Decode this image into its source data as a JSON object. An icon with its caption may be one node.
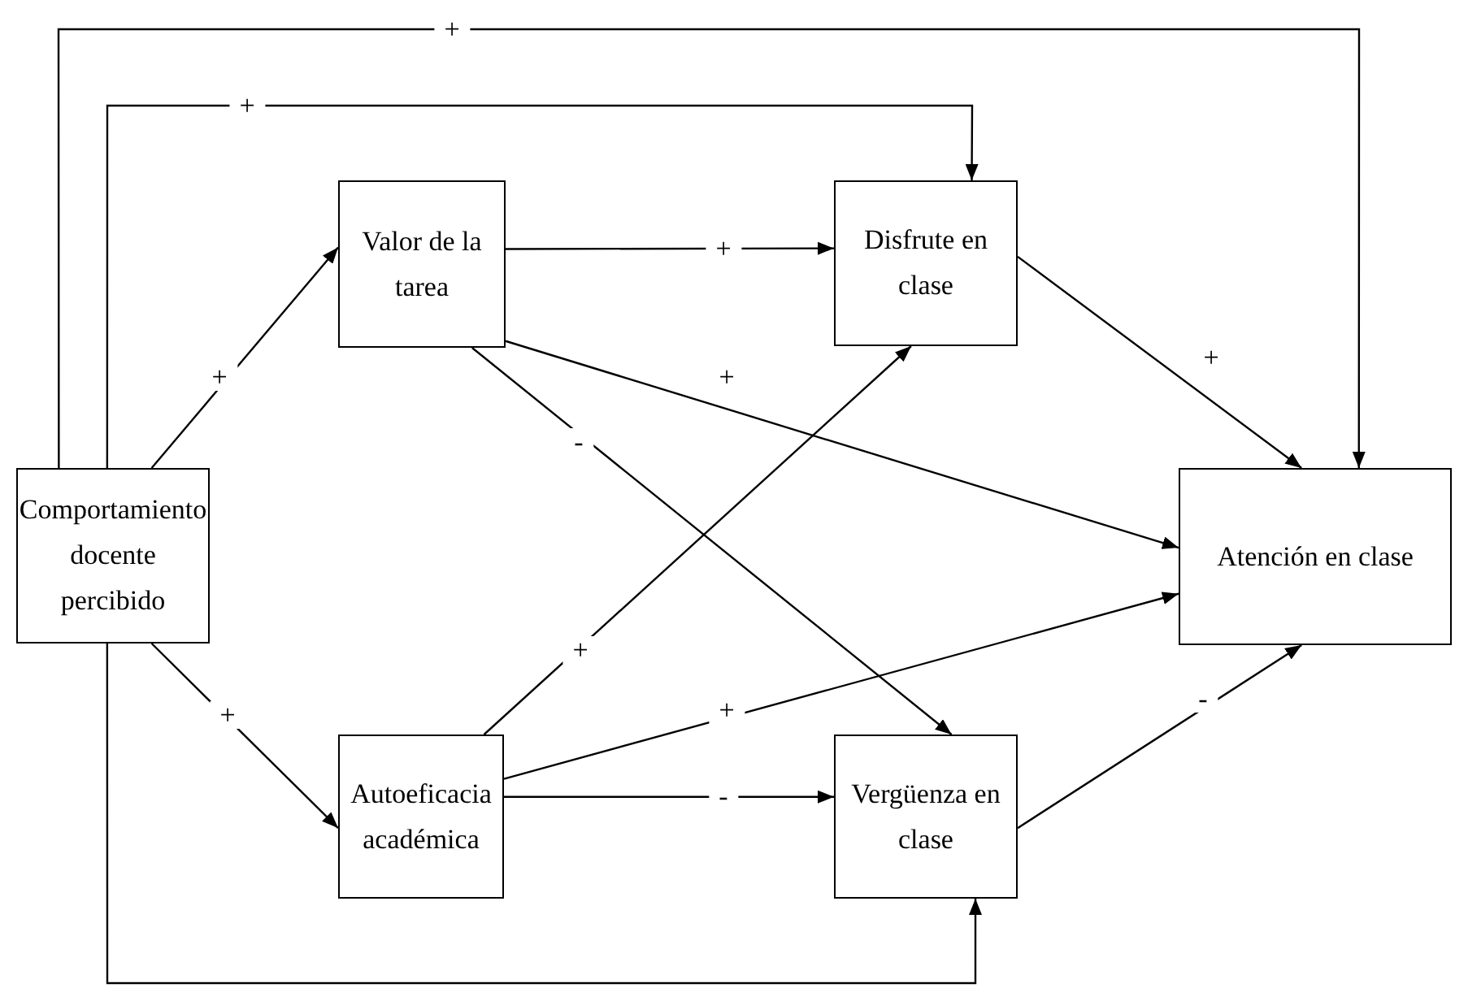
{
  "diagram": {
    "nodes": [
      {
        "text": [
          "Comportamiento docente percibido"
        ]
      },
      {
        "text": [
          "Valor de la tarea"
        ]
      },
      {
        "text": [
          "Disfrute en clase"
        ]
      },
      {
        "text": [
          "Atención en clase"
        ]
      },
      {
        "text": [
          "Autoeficacia académica"
        ]
      },
      {
        "text": [
          "Vergüenza en clase"
        ]
      }
    ],
    "edges": [
      {
        "from": 0,
        "to": 1,
        "arrow": "to",
        "label": "+"
      },
      {
        "from": 0,
        "to": 4,
        "arrow": "to",
        "label": "+"
      },
      {
        "from": 1,
        "to": 2,
        "arrow": "to",
        "label": "+"
      },
      {
        "from": 1,
        "to": 3,
        "arrow": "to",
        "label": "+"
      },
      {
        "from": 1,
        "to": 5,
        "arrow": "to",
        "label": "-"
      },
      {
        "from": 4,
        "to": 2,
        "arrow": "to",
        "label": "+"
      },
      {
        "from": 4,
        "to": 3,
        "arrow": "to",
        "label": "+"
      },
      {
        "from": 4,
        "to": 5,
        "arrow": "to",
        "label": "-"
      },
      {
        "from": 2,
        "to": 3,
        "arrow": "to",
        "label": "+"
      },
      {
        "from": 5,
        "to": 3,
        "arrow": "to",
        "label": "-"
      },
      {
        "from": 0,
        "to": 3,
        "arrow": "to",
        "label": "+"
      },
      {
        "from": 0,
        "to": 2,
        "arrow": "to",
        "label": "+"
      },
      {
        "from": 0,
        "to": 5,
        "arrow": "to"
      }
    ]
  }
}
